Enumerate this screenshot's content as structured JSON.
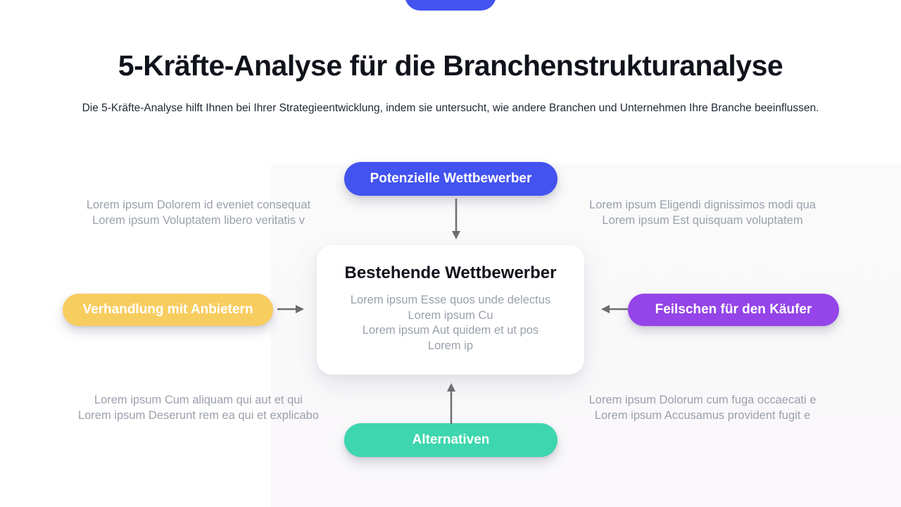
{
  "header": {
    "title": "5-Kräfte-Analyse für die Branchenstrukturanalyse",
    "subtitle": "Die 5-Kräfte-Analyse hilft Ihnen bei Ihrer Strategieentwicklung, indem sie untersucht, wie andere Branchen und Unternehmen Ihre Branche beeinflussen."
  },
  "diagram": {
    "center": {
      "title": "Bestehende Wettbewerber",
      "lines": [
        "Lorem ipsum Esse quos unde delectus",
        "Lorem ipsum Cu",
        "Lorem ipsum Aut quidem et ut pos",
        "Lorem ip"
      ]
    },
    "forces": {
      "top": {
        "label": "Potenzielle Wettbewerber"
      },
      "left": {
        "label": "Verhandlung mit Anbietern"
      },
      "right": {
        "label": "Feilschen für den Käufer"
      },
      "bottom": {
        "label": "Alternativen"
      }
    },
    "notes": {
      "top_left": [
        "Lorem ipsum Dolorem id eveniet consequat",
        "Lorem ipsum Voluptatem libero veritatis v"
      ],
      "top_right": [
        "Lorem ipsum Eligendi dignissimos modi qua",
        "Lorem ipsum Est quisquam voluptatem"
      ],
      "bottom_left": [
        "Lorem ipsum Cum aliquam qui aut et qui",
        "Lorem ipsum Deserunt rem ea qui et explicabo"
      ],
      "bottom_right": [
        "Lorem ipsum Dolorum cum fuga occaecati e",
        "Lorem ipsum Accusamus provident fugit e"
      ]
    }
  },
  "colors": {
    "blue": "#4353ef",
    "yellow": "#f8cd60",
    "purple": "#9444e8",
    "teal": "#3dd6ae",
    "arrow": "#6e6e6e",
    "title": "#11131c",
    "subtitle": "#222a36",
    "muted": "#9aa0ab",
    "panel": "#fafafa"
  }
}
